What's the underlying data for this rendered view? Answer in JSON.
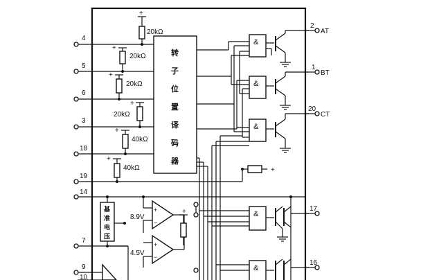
{
  "pins_left": [
    {
      "num": "4"
    },
    {
      "num": "5"
    },
    {
      "num": "6"
    },
    {
      "num": "3"
    },
    {
      "num": "18"
    },
    {
      "num": "19"
    },
    {
      "num": "14"
    },
    {
      "num": "7"
    },
    {
      "num": "9"
    },
    {
      "num": "10"
    }
  ],
  "pins_right": [
    {
      "num": "2",
      "label": "AT"
    },
    {
      "num": "1",
      "label": "BT"
    },
    {
      "num": "20",
      "label": "CT"
    },
    {
      "num": "17",
      "label": ""
    },
    {
      "num": "16",
      "label": ""
    }
  ],
  "resistors": [
    {
      "value": "20kΩ"
    },
    {
      "value": "20kΩ"
    },
    {
      "value": "20kΩ"
    },
    {
      "value": "20kΩ"
    },
    {
      "value": "40kΩ"
    },
    {
      "value": "40kΩ"
    }
  ],
  "decoder_chars": [
    "转",
    "子",
    "位",
    "置",
    "译",
    "码",
    "器"
  ],
  "reference_chars": [
    "基",
    "准",
    "电",
    "压"
  ],
  "voltages": [
    "8.9V",
    "4.5V"
  ],
  "plus_sign": "+",
  "and_symbol": "&"
}
